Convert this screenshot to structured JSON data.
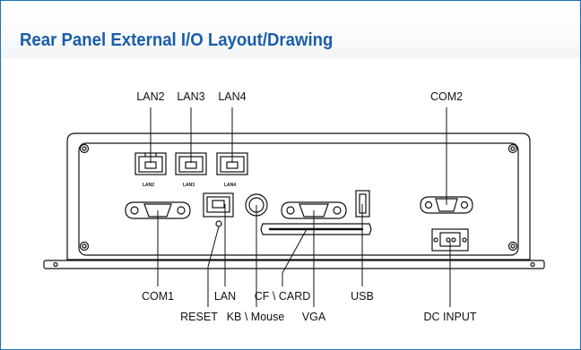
{
  "title": "Rear Panel External I/O Layout/Drawing",
  "port_labels": {
    "lan2": "LAN2",
    "lan3": "LAN3",
    "lan4": "LAN4",
    "com2": "COM2",
    "com1": "COM1",
    "lan": "LAN",
    "reset": "RESET",
    "kb_mouse": "KB \\ Mouse",
    "cf_card": "CF \\ CARD",
    "vga": "VGA",
    "usb": "USB",
    "dc_input": "DC INPUT"
  },
  "jack_marks": {
    "lan2": "LAN2",
    "lan3": "LAN3",
    "lan4": "LAN4"
  },
  "colors": {
    "title": "#1a5ea8",
    "border": "#1f6fb5",
    "line": "#111111"
  }
}
